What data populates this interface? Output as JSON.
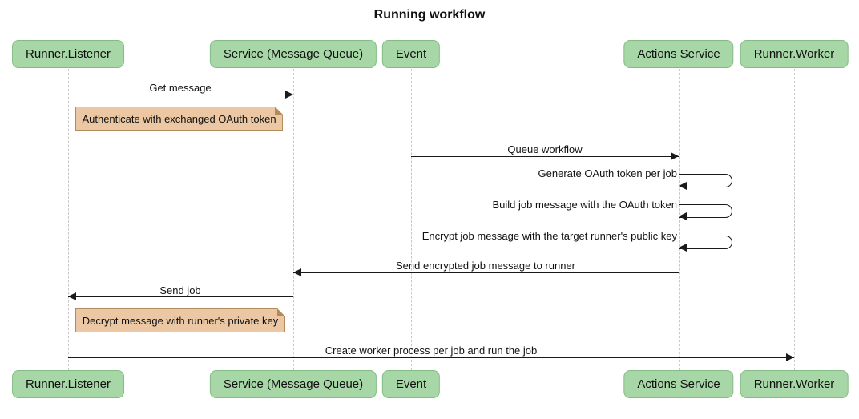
{
  "title": "Running workflow",
  "colors": {
    "participant-fill": "#a7d7a7",
    "participant-border": "#84bb84",
    "note-fill": "#ebc8a3",
    "note-border": "#b28a5c",
    "line": "#1a1a1a",
    "lifeline": "#c9c9c9"
  },
  "participants": [
    {
      "label": "Runner.Listener"
    },
    {
      "label": "Service (Message Queue)"
    },
    {
      "label": "Event"
    },
    {
      "label": "Actions Service"
    },
    {
      "label": "Runner.Worker"
    }
  ],
  "messages": [
    {
      "label": "Get message",
      "from": "Runner.Listener",
      "to": "Service (Message Queue)"
    },
    {
      "label": "Queue workflow",
      "from": "Event",
      "to": "Actions Service"
    },
    {
      "label": "Generate OAuth token per job",
      "from": "Actions Service",
      "to": "Actions Service"
    },
    {
      "label": "Build job message with the OAuth token",
      "from": "Actions Service",
      "to": "Actions Service"
    },
    {
      "label": "Encrypt job message with the target runner's public key",
      "from": "Actions Service",
      "to": "Actions Service"
    },
    {
      "label": "Send encrypted job message to runner",
      "from": "Actions Service",
      "to": "Service (Message Queue)"
    },
    {
      "label": "Send job",
      "from": "Service (Message Queue)",
      "to": "Runner.Listener"
    },
    {
      "label": "Create worker process per job and run the job",
      "from": "Runner.Listener",
      "to": "Runner.Worker"
    }
  ],
  "notes": [
    {
      "text": "Authenticate with exchanged OAuth token"
    },
    {
      "text": "Decrypt message with runner's private key"
    }
  ]
}
